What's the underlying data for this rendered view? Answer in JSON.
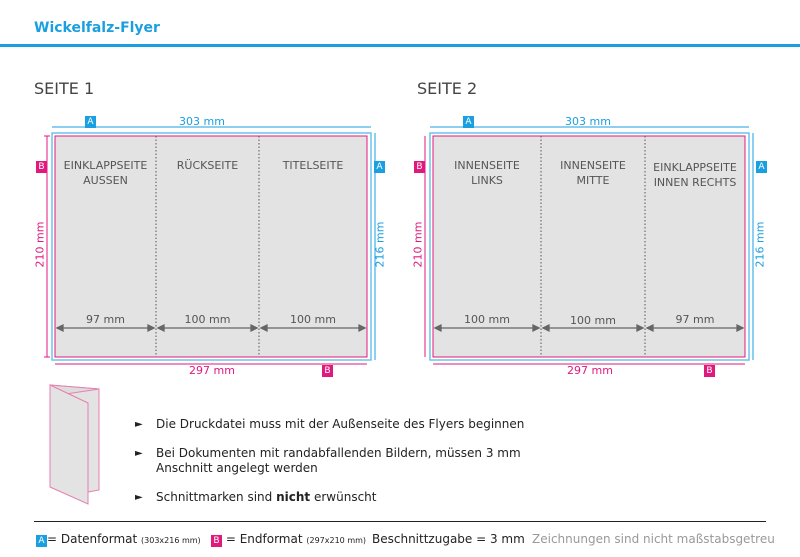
{
  "title": "Wickelfalz-Flyer",
  "colors": {
    "datenformat": "#1a9fe0",
    "endformat": "#e0197d",
    "panel": "#e3e3e3"
  },
  "seite1": {
    "heading": "SEITE 1",
    "width_a": "303 mm",
    "width_b": "297 mm",
    "height_b": "210 mm",
    "height_a": "216 mm",
    "badge_a": "A",
    "badge_b": "B",
    "panels": [
      {
        "line1": "EINKLAPPSEITE",
        "line2": "AUSSEN",
        "width": "97 mm"
      },
      {
        "line1": "RÜCKSEITE",
        "line2": "",
        "width": "100 mm"
      },
      {
        "line1": "TITELSEITE",
        "line2": "",
        "width": "100 mm"
      }
    ]
  },
  "seite2": {
    "heading": "SEITE 2",
    "width_a": "303 mm",
    "width_b": "297 mm",
    "height_b": "210 mm",
    "height_a": "216 mm",
    "badge_a": "A",
    "badge_b": "B",
    "panels": [
      {
        "line1": "INNENSEITE",
        "line2": "LINKS",
        "width": "100 mm"
      },
      {
        "line1": "INNENSEITE",
        "line2": "MITTE",
        "width": "100 mm"
      },
      {
        "line1": "EINKLAPPSEITE",
        "line2": "INNEN RECHTS",
        "width": "97 mm"
      }
    ]
  },
  "bullets": [
    {
      "arrow": "►",
      "text": "Die Druckdatei muss mit der Außenseite des Flyers beginnen"
    },
    {
      "arrow": "►",
      "line1": "Bei Dokumenten mit randabfallenden Bildern, müssen 3 mm",
      "line2": "Anschnitt angelegt werden"
    },
    {
      "arrow": "►",
      "pre": "Schnittmarken sind ",
      "bold": "nicht",
      "post": " erwünscht"
    }
  ],
  "footer": {
    "a": "A",
    "a_text": "= Datenformat",
    "a_small": "(303x216 mm)",
    "b": "B",
    "b_text": "= Endformat",
    "b_small": "(297x210 mm)",
    "beschnitt": "Beschnittzugabe = 3 mm",
    "note": "Zeichnungen sind nicht maßstabsgetreu"
  }
}
